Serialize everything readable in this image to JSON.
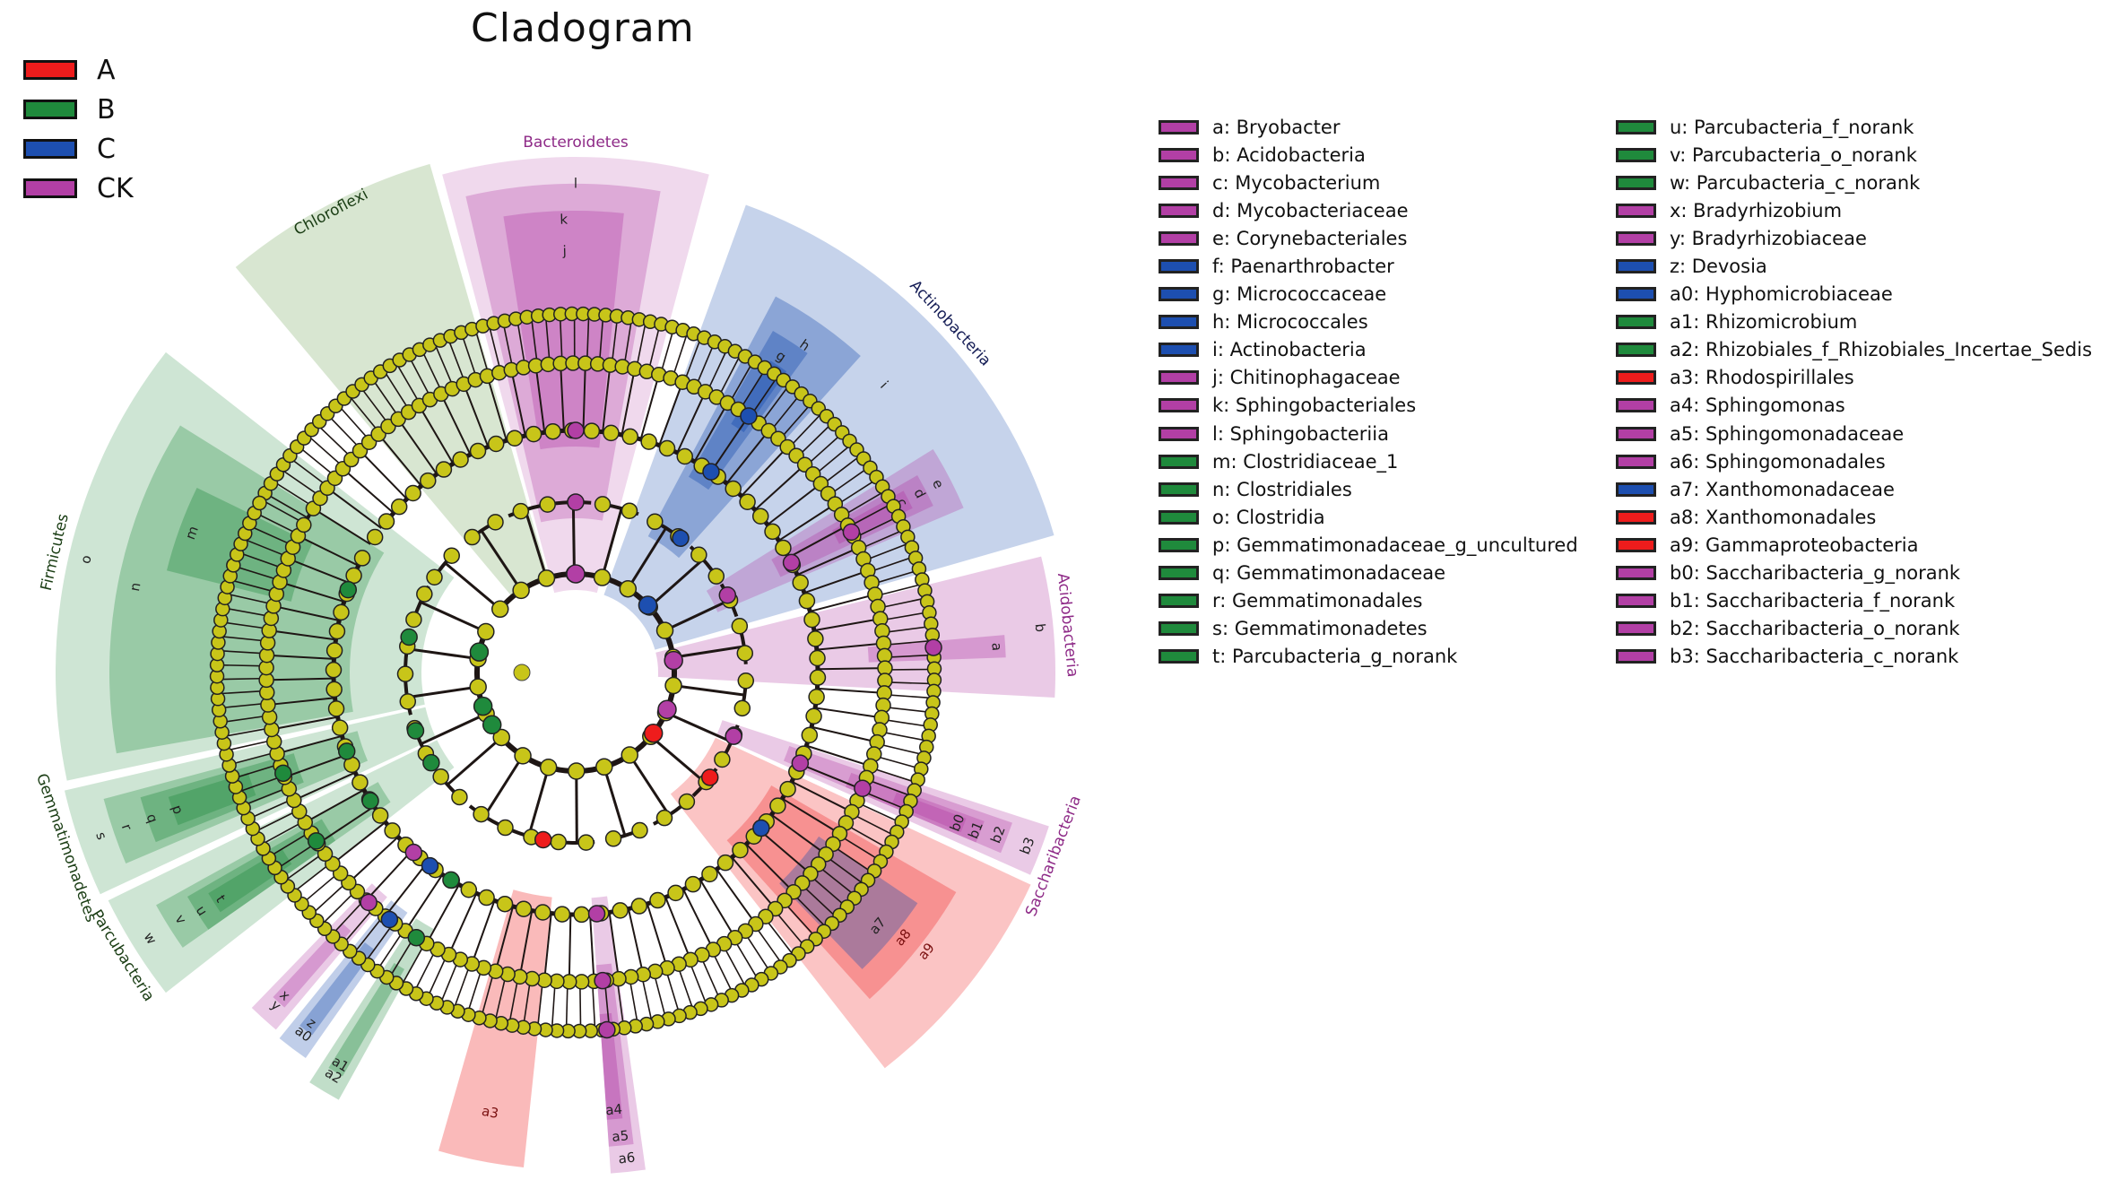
{
  "title": "Cladogram",
  "groups": [
    {
      "name": "A",
      "color": "#ee1c1c"
    },
    {
      "name": "B",
      "color": "#1f8a3c"
    },
    {
      "name": "C",
      "color": "#1d4fb0"
    },
    {
      "name": "CK",
      "color": "#b23fa5"
    }
  ],
  "clade_legend": [
    {
      "key": "a",
      "name": "Bryobacter",
      "group": "CK"
    },
    {
      "key": "b",
      "name": "Acidobacteria",
      "group": "CK"
    },
    {
      "key": "c",
      "name": "Mycobacterium",
      "group": "CK"
    },
    {
      "key": "d",
      "name": "Mycobacteriaceae",
      "group": "CK"
    },
    {
      "key": "e",
      "name": "Corynebacteriales",
      "group": "CK"
    },
    {
      "key": "f",
      "name": "Paenarthrobacter",
      "group": "C"
    },
    {
      "key": "g",
      "name": "Micrococcaceae",
      "group": "C"
    },
    {
      "key": "h",
      "name": "Micrococcales",
      "group": "C"
    },
    {
      "key": "i",
      "name": "Actinobacteria",
      "group": "C"
    },
    {
      "key": "j",
      "name": "Chitinophagaceae",
      "group": "CK"
    },
    {
      "key": "k",
      "name": "Sphingobacteriales",
      "group": "CK"
    },
    {
      "key": "l",
      "name": "Sphingobacteriia",
      "group": "CK"
    },
    {
      "key": "m",
      "name": "Clostridiaceae_1",
      "group": "B"
    },
    {
      "key": "n",
      "name": "Clostridiales",
      "group": "B"
    },
    {
      "key": "o",
      "name": "Clostridia",
      "group": "B"
    },
    {
      "key": "p",
      "name": "Gemmatimonadaceae_g_uncultured",
      "group": "B"
    },
    {
      "key": "q",
      "name": "Gemmatimonadaceae",
      "group": "B"
    },
    {
      "key": "r",
      "name": "Gemmatimonadales",
      "group": "B"
    },
    {
      "key": "s",
      "name": "Gemmatimonadetes",
      "group": "B"
    },
    {
      "key": "t",
      "name": "Parcubacteria_g_norank",
      "group": "B"
    },
    {
      "key": "u",
      "name": "Parcubacteria_f_norank",
      "group": "B"
    },
    {
      "key": "v",
      "name": "Parcubacteria_o_norank",
      "group": "B"
    },
    {
      "key": "w",
      "name": "Parcubacteria_c_norank",
      "group": "B"
    },
    {
      "key": "x",
      "name": "Bradyrhizobium",
      "group": "CK"
    },
    {
      "key": "y",
      "name": "Bradyrhizobiaceae",
      "group": "CK"
    },
    {
      "key": "z",
      "name": "Devosia",
      "group": "C"
    },
    {
      "key": "a0",
      "name": "Hyphomicrobiaceae",
      "group": "C"
    },
    {
      "key": "a1",
      "name": "Rhizomicrobium",
      "group": "B"
    },
    {
      "key": "a2",
      "name": "Rhizobiales_f_Rhizobiales_Incertae_Sedis",
      "group": "B"
    },
    {
      "key": "a3",
      "name": "Rhodospirillales",
      "group": "A"
    },
    {
      "key": "a4",
      "name": "Sphingomonas",
      "group": "CK"
    },
    {
      "key": "a5",
      "name": "Sphingomonadaceae",
      "group": "CK"
    },
    {
      "key": "a6",
      "name": "Sphingomonadales",
      "group": "CK"
    },
    {
      "key": "a7",
      "name": "Xanthomonadaceae",
      "group": "C"
    },
    {
      "key": "a8",
      "name": "Xanthomonadales",
      "group": "A"
    },
    {
      "key": "a9",
      "name": "Gammaproteobacteria",
      "group": "A"
    },
    {
      "key": "b0",
      "name": "Saccharibacteria_g_norank",
      "group": "CK"
    },
    {
      "key": "b1",
      "name": "Saccharibacteria_f_norank",
      "group": "CK"
    },
    {
      "key": "b2",
      "name": "Saccharibacteria_o_norank",
      "group": "CK"
    },
    {
      "key": "b3",
      "name": "Saccharibacteria_c_norank",
      "group": "CK"
    }
  ],
  "phylum_labels": [
    {
      "text": "Bacteroidetes",
      "group": "CK"
    },
    {
      "text": "Actinobacteria",
      "group": "C"
    },
    {
      "text": "Acidobacteria",
      "group": "CK"
    },
    {
      "text": "Saccharibacteria",
      "group": "CK"
    },
    {
      "text": "Chloroflexi",
      "group": "B"
    },
    {
      "text": "Firmicutes",
      "group": "B"
    },
    {
      "text": "Gemmatimonadetes",
      "group": "B"
    },
    {
      "text": "Parcubacteria",
      "group": "B"
    }
  ],
  "colors": {
    "node": "#c8c519",
    "edge": "#1e1614"
  }
}
